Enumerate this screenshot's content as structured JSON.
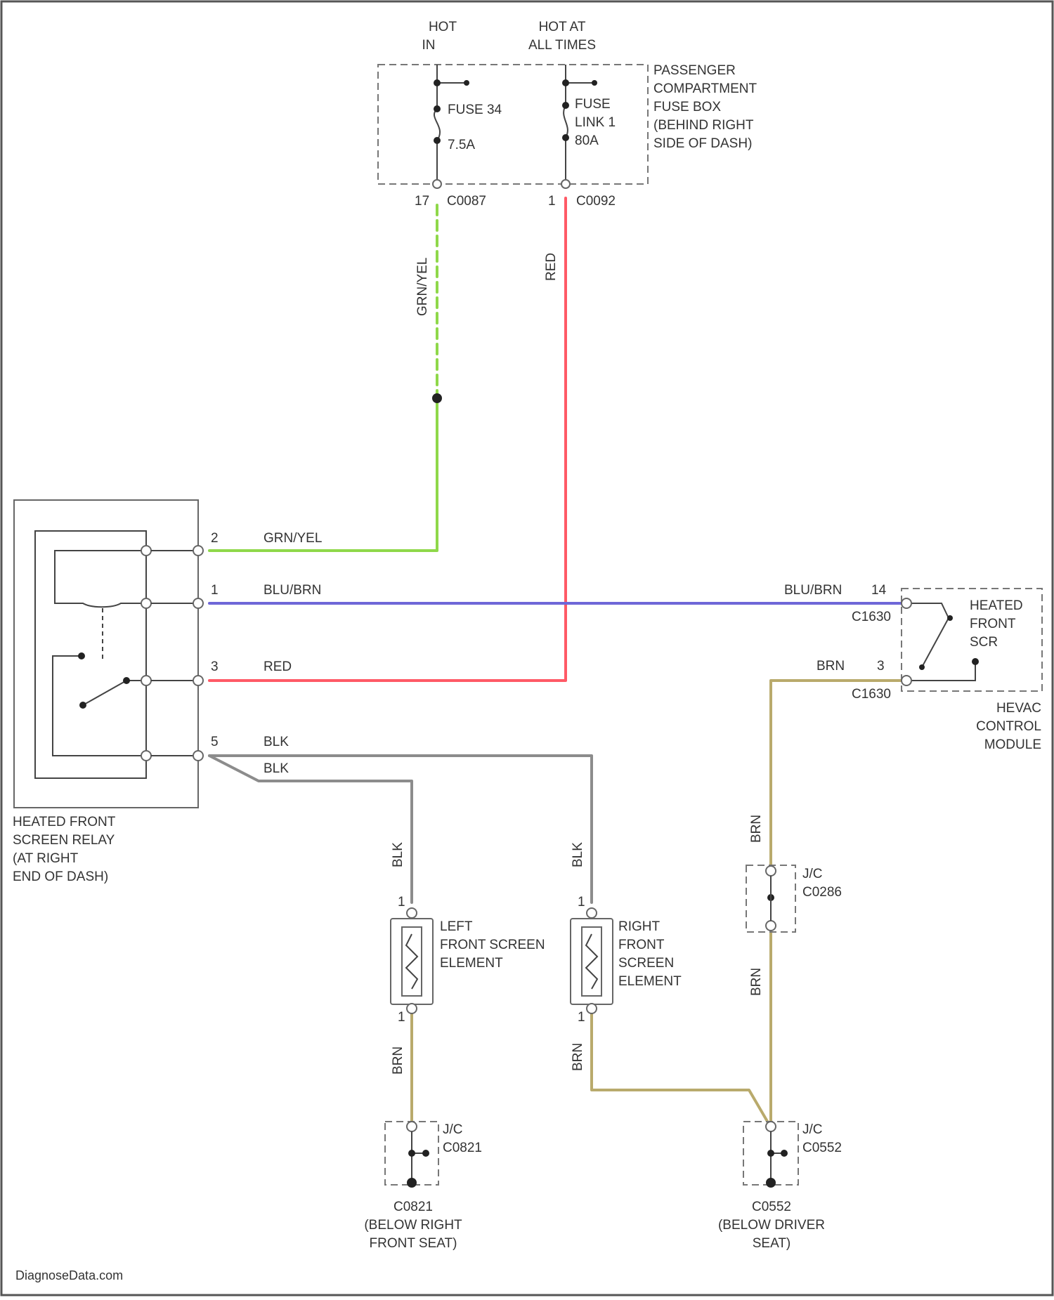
{
  "colors": {
    "grn_yel": "#8fd84a",
    "red": "#ff5a66",
    "blu_brn": "#6f67d8",
    "blk": "#8c8c8c",
    "brn": "#b9aa6c",
    "outline": "#666666"
  },
  "headers": {
    "hot_in": [
      "HOT",
      "IN"
    ],
    "hot_all": [
      "HOT AT",
      "ALL TIMES"
    ]
  },
  "fuse_box": {
    "label": [
      "PASSENGER",
      "COMPARTMENT",
      "FUSE BOX",
      "(BEHIND RIGHT",
      "SIDE OF DASH)"
    ],
    "fuse": [
      "FUSE 34",
      "7.5A"
    ],
    "fuse_link": [
      "FUSE",
      "LINK 1",
      "80A"
    ],
    "conn_left_pin": "17",
    "conn_left": "C0087",
    "conn_right_pin": "1",
    "conn_right": "C0092"
  },
  "vertical_wires": {
    "grn_yel": "GRN/YEL",
    "red": "RED"
  },
  "relay": {
    "label": [
      "HEATED FRONT",
      "SCREEN RELAY",
      "(AT RIGHT",
      "END OF DASH)"
    ],
    "pins": [
      {
        "num": "2",
        "wire": "GRN/YEL"
      },
      {
        "num": "1",
        "wire": "BLU/BRN"
      },
      {
        "num": "3",
        "wire": "RED"
      },
      {
        "num": "5",
        "wire": "BLK"
      }
    ],
    "blk_lower": "BLK"
  },
  "hevac": {
    "switch_label": [
      "HEATED",
      "FRONT",
      "SCR"
    ],
    "module_label": [
      "HEVAC",
      "CONTROL",
      "MODULE"
    ],
    "wire_top": "BLU/BRN",
    "pin_top": "14",
    "conn_top": "C1630",
    "wire_bottom": "BRN",
    "pin_bottom": "3",
    "conn_bottom": "C1630"
  },
  "elements": {
    "left": {
      "label": [
        "LEFT",
        "FRONT SCREEN",
        "ELEMENT"
      ],
      "wire_top": "BLK",
      "wire_bottom": "BRN",
      "pin_top": "1",
      "pin_bottom": "1"
    },
    "right": {
      "label": [
        "RIGHT",
        "FRONT",
        "SCREEN",
        "ELEMENT"
      ],
      "wire_top": "BLK",
      "wire_bottom": "BRN",
      "pin_top": "1",
      "pin_bottom": "1"
    }
  },
  "brn_column": {
    "wire_top": "BRN",
    "wire_mid": "BRN"
  },
  "junctions": {
    "c0286": [
      "J/C",
      "C0286"
    ],
    "c0821": [
      "J/C",
      "C0821"
    ],
    "c0552": [
      "J/C",
      "C0552"
    ]
  },
  "grounds": {
    "left": [
      "C0821",
      "(BELOW RIGHT",
      "FRONT SEAT)"
    ],
    "right": [
      "C0552",
      "(BELOW DRIVER",
      "SEAT)"
    ]
  },
  "watermark": "DiagnoseData.com"
}
